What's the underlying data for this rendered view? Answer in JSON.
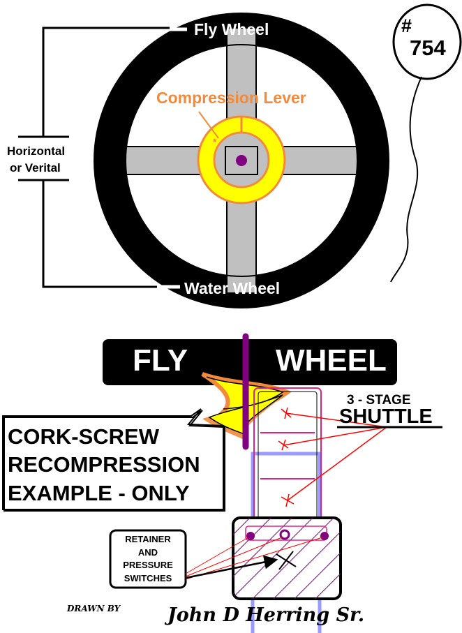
{
  "top_diagram": {
    "fly_wheel_label": "Fly  Wheel",
    "water_wheel_label": "Water Wheel",
    "compression_lever_label": "Compression Lever",
    "orientation_label_line1": "Horizontal",
    "orientation_label_line2": "or  Verital",
    "number_badge_line1": "#",
    "number_badge_line2": "754"
  },
  "bottom_diagram": {
    "fly_label": "FLY",
    "wheel_label": "WHEEL",
    "corkscrew_line1": "CORK-SCREW",
    "corkscrew_line2": "RECOMPRESSION",
    "corkscrew_line3": "EXAMPLE - ONLY",
    "stage_label": "3 - STAGE",
    "shuttle_label": "SHUTTLE",
    "retainer_line1": "RETAINER",
    "retainer_line2": "AND",
    "retainer_line3": "PRESSURE",
    "retainer_line4": "SWITCHES",
    "drawn_by": "DRAWN BY",
    "author": "John D Herring Sr."
  },
  "colors": {
    "wheel": "#000000",
    "spoke": "#c0c0c0",
    "lever_ring": "#ffff00",
    "lever_outline": "#f28a3c",
    "hub_dot": "#800080",
    "shaft": "#800080",
    "shuttle_frame": "#e0208a",
    "shuttle_marks": "#ff0000",
    "guide_rails": "#9a9aff",
    "hatch": "#800080"
  }
}
